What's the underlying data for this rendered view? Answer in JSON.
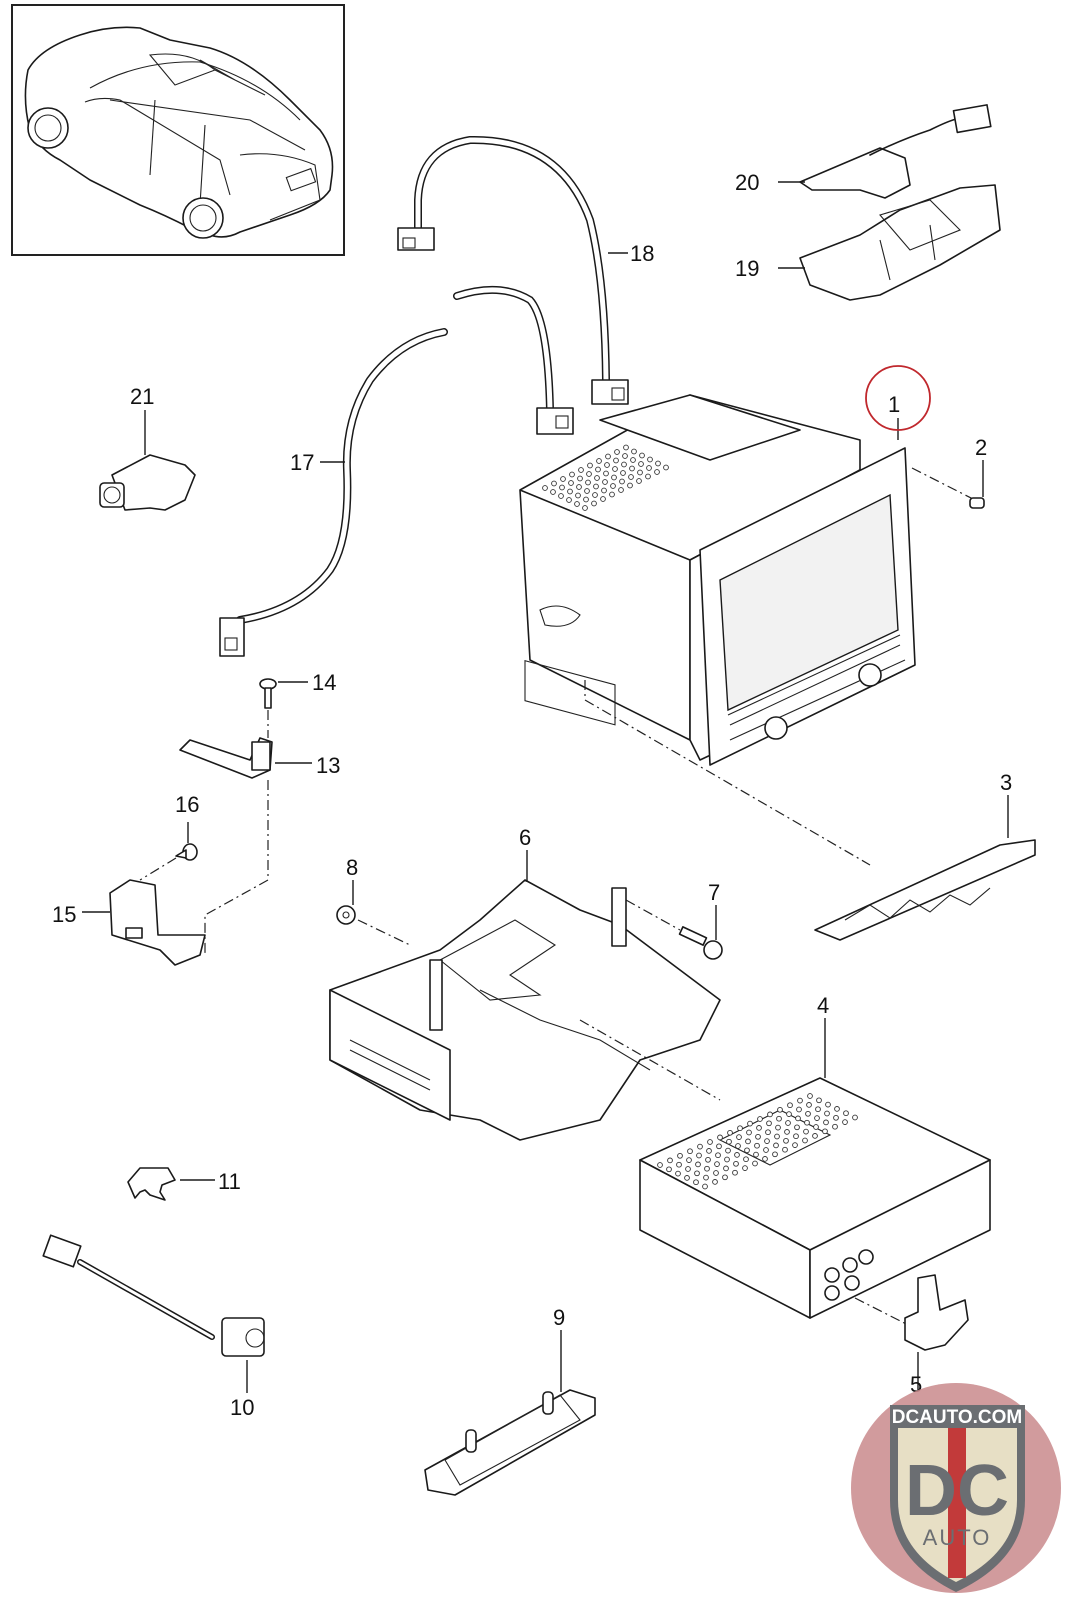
{
  "diagram": {
    "title": "Exploded parts diagram - infotainment head unit and camera components",
    "highlight_color": "#c0282d",
    "highlighted_part": "1",
    "callouts": [
      {
        "id": "1",
        "label": "1",
        "part": "head-unit"
      },
      {
        "id": "2",
        "label": "2",
        "part": "screw"
      },
      {
        "id": "3",
        "label": "3",
        "part": "trim-strip"
      },
      {
        "id": "4",
        "label": "4",
        "part": "control-module-box"
      },
      {
        "id": "5",
        "label": "5",
        "part": "connector-bracket"
      },
      {
        "id": "6",
        "label": "6",
        "part": "mounting-frame"
      },
      {
        "id": "7",
        "label": "7",
        "part": "bolt"
      },
      {
        "id": "8",
        "label": "8",
        "part": "nut"
      },
      {
        "id": "9",
        "label": "9",
        "part": "handle-switch"
      },
      {
        "id": "10",
        "label": "10",
        "part": "rear-camera"
      },
      {
        "id": "11",
        "label": "11",
        "part": "clip"
      },
      {
        "id": "13",
        "label": "13",
        "part": "usb-bracket"
      },
      {
        "id": "14",
        "label": "14",
        "part": "screw"
      },
      {
        "id": "15",
        "label": "15",
        "part": "usb-socket-holder"
      },
      {
        "id": "16",
        "label": "16",
        "part": "screw"
      },
      {
        "id": "17",
        "label": "17",
        "part": "cable-long"
      },
      {
        "id": "18",
        "label": "18",
        "part": "cable"
      },
      {
        "id": "19",
        "label": "19",
        "part": "camera-housing"
      },
      {
        "id": "20",
        "label": "20",
        "part": "sensor-with-lead"
      },
      {
        "id": "21",
        "label": "21",
        "part": "front-camera"
      }
    ]
  },
  "watermark": {
    "site": "DCAUTO.COM",
    "brand": "DC",
    "sub": "AUTO",
    "colors": {
      "badge": "#6b6e72",
      "cream": "#e7dfc5",
      "red": "#c23a3a",
      "circle": "#c98a8c"
    }
  }
}
